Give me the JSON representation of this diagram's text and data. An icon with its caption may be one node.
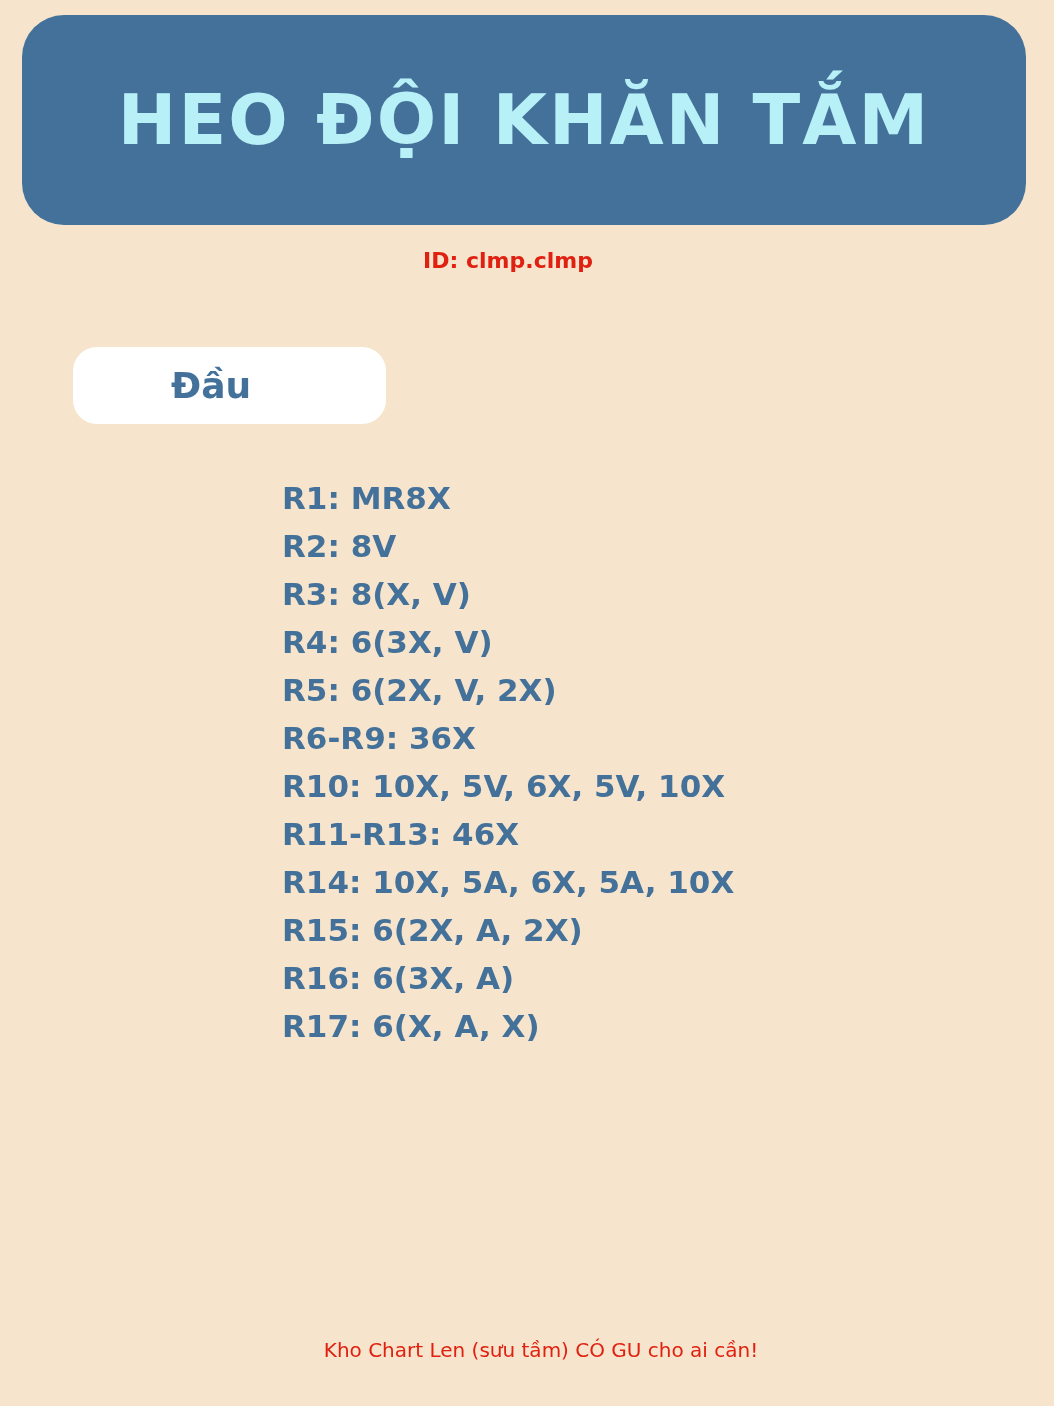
{
  "diagram": {
    "title": "HEO ĐỘI KHĂN TẮM",
    "nodes": [
      {
        "text": [
          "Đầu"
        ]
      }
    ],
    "labels": [
      "ID: clmp.clmp",
      "R1: MR8X",
      "R2: 8V",
      "R3: 8(X, V)",
      "R4: 6(3X, V)",
      "R5: 6(2X, V, 2X)",
      "R6-R9: 36X",
      "R10: 10X, 5V, 6X, 5V, 10X",
      "R11-R13: 46X",
      "R14: 10X, 5A, 6X, 5A, 10X",
      "R15: 6(2X, A, 2X)",
      "R16: 6(3X, A)",
      "R17: 6(X, A, X)",
      "Kho Chart Len (sưu tầm) CÓ GU cho ai cần!"
    ]
  }
}
